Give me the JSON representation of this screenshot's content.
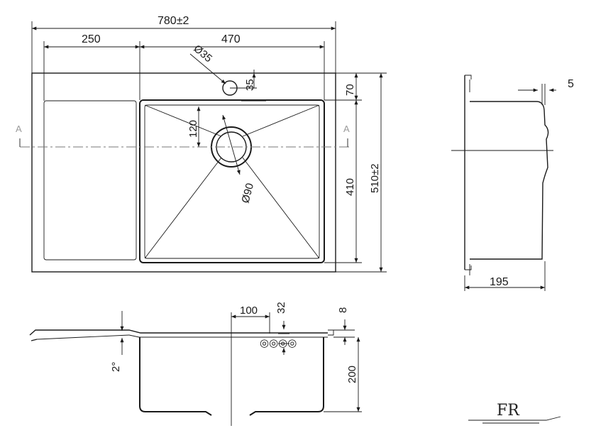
{
  "dimensions": {
    "overall_width": "780±2",
    "drainboard_width": "250",
    "bowl_width": "470",
    "tap_hole_diameter": "Ø35",
    "tap_hole_offset": "35",
    "back_margin": "70",
    "drain_offset": "120",
    "drain_diameter": "Ø90",
    "bowl_length": "410",
    "overall_length": "510±2",
    "side_flange": "5",
    "side_depth": "195",
    "overflow_offset": "100",
    "overflow_height": "32",
    "rim_thickness": "8",
    "bowl_depth": "200",
    "drainboard_slope": "2°"
  },
  "section_marks": {
    "left": "A",
    "right": "A"
  },
  "logo": {
    "text": "FR"
  }
}
